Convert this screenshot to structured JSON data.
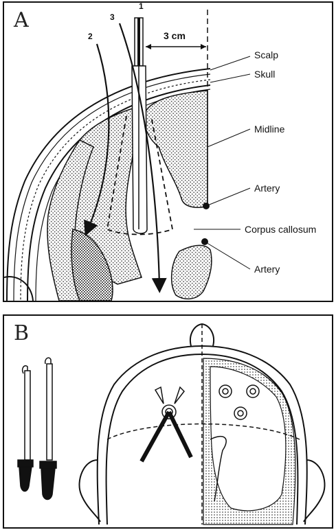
{
  "panel_a": {
    "letter": "A",
    "trajectory_numbers": [
      "1",
      "2",
      "3"
    ],
    "distance_label": "3 cm",
    "labels": {
      "scalp": "Scalp",
      "skull": "Skull",
      "midline": "Midline",
      "artery_upper": "Artery",
      "corpus_callosum": "Corpus callosum",
      "artery_lower": "Artery"
    }
  },
  "panel_b": {
    "letter": "B"
  }
}
